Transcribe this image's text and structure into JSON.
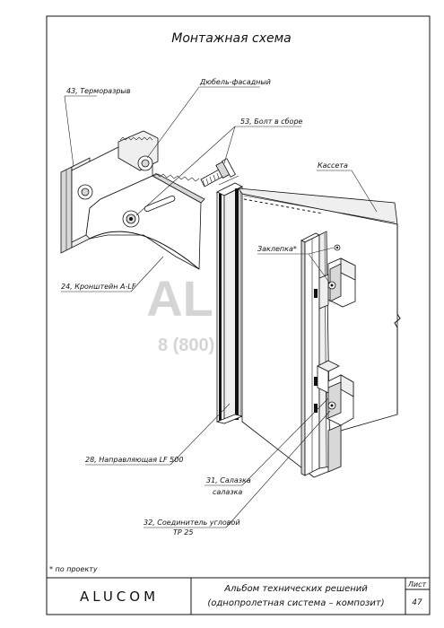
{
  "sheet": {
    "title": "Монтажная схема",
    "labels": {
      "thermal_break": "43, Терморазрыв",
      "facade_dowel": "Дюбель-фасадный",
      "bolt": "53, Болт в сборе",
      "cassette": "Кассета",
      "rivet": "Заклепка*",
      "bracket": "24, Кронштейн A-LF",
      "guide": "28, Направляющая LF 500",
      "slide_1": "31, Салазка",
      "slide_2": "салазка",
      "connector_1": "32, Соединитель угловой",
      "connector_2": "TP 25"
    },
    "watermark": {
      "brand": "ALFAS",
      "phone": "8 (800) 775-05-93"
    },
    "footnote": "* по проекту"
  },
  "title_block": {
    "company": "ALUCOM",
    "album_line1": "Альбом технических решений",
    "album_line2": "(однопролетная система – композит)",
    "sheet_label": "Лист",
    "sheet_number": "47"
  }
}
